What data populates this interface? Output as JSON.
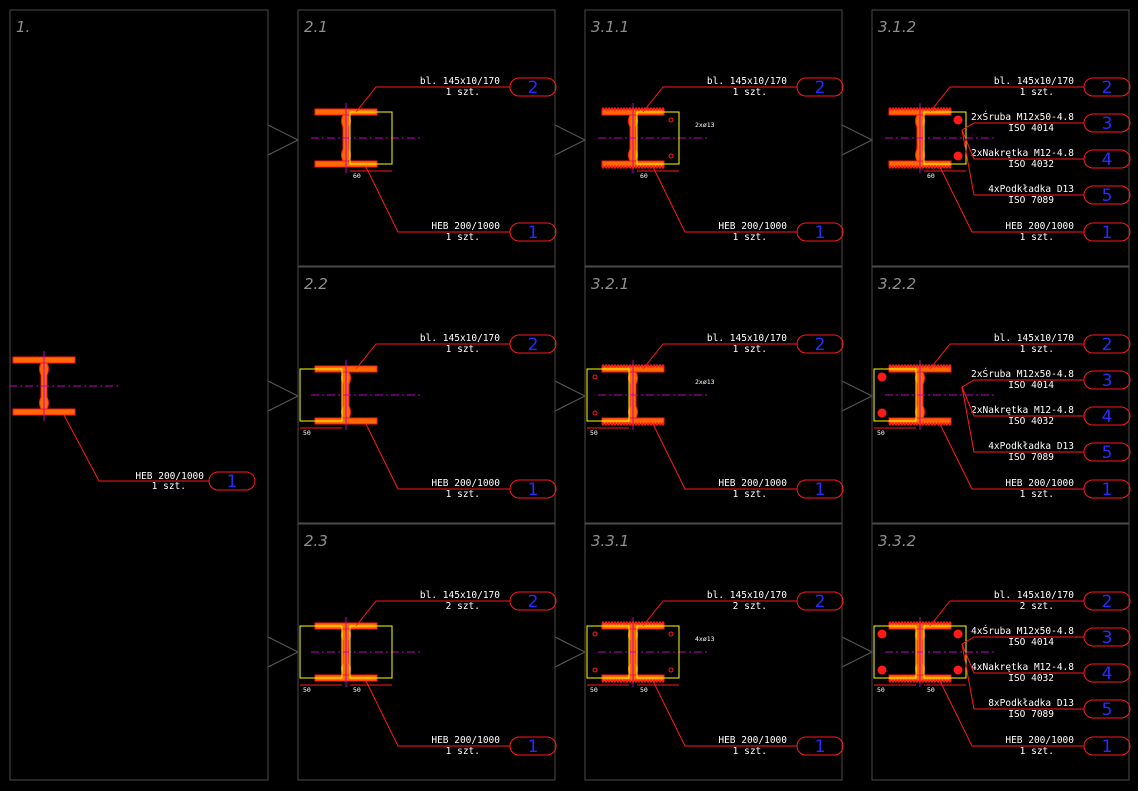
{
  "colors": {
    "background": "#000000",
    "frame": "#4a4a4a",
    "arrow": "#5a5a5a",
    "beam": "#ff6a00",
    "weld": "#ff1a1a",
    "plate": "#ffff00",
    "axis": "#c000c0",
    "leader": "#ff1a1a",
    "balloon": "#ff1a1a",
    "balloon_text": "#2a2aff",
    "text": "#ffffff",
    "title": "#8f8f8f"
  },
  "panels": [
    {
      "id": "1",
      "title": "1.",
      "config": "beam",
      "annotations": [
        {
          "text1": "HEB 200/1000",
          "text2": "1 szt.",
          "num": "1"
        }
      ],
      "hole_note": "",
      "dims": []
    },
    {
      "id": "2.1",
      "title": "2.1",
      "config": "right",
      "annotations": [
        {
          "text1": "bl. 145x10/170",
          "text2": "1 szt.",
          "num": "2"
        },
        {
          "text1": "HEB 200/1000",
          "text2": "1 szt.",
          "num": "1"
        }
      ],
      "hole_note": "",
      "dims": [
        "60"
      ]
    },
    {
      "id": "2.2",
      "title": "2.2",
      "config": "left",
      "annotations": [
        {
          "text1": "bl. 145x10/170",
          "text2": "1 szt.",
          "num": "2"
        },
        {
          "text1": "HEB 200/1000",
          "text2": "1 szt.",
          "num": "1"
        }
      ],
      "hole_note": "",
      "dims": [
        "50"
      ]
    },
    {
      "id": "2.3",
      "title": "2.3",
      "config": "both",
      "annotations": [
        {
          "text1": "bl. 145x10/170",
          "text2": "2 szt.",
          "num": "2"
        },
        {
          "text1": "HEB 200/1000",
          "text2": "1 szt.",
          "num": "1"
        }
      ],
      "hole_note": "",
      "dims": [
        "50",
        "50"
      ]
    },
    {
      "id": "3.1.1",
      "title": "3.1.1",
      "config": "right",
      "annotations": [
        {
          "text1": "bl. 145x10/170",
          "text2": "1 szt.",
          "num": "2"
        },
        {
          "text1": "HEB 200/1000",
          "text2": "1 szt.",
          "num": "1"
        }
      ],
      "hole_note": "2xø13",
      "dims": [
        "60"
      ]
    },
    {
      "id": "3.2.1",
      "title": "3.2.1",
      "config": "left",
      "annotations": [
        {
          "text1": "bl. 145x10/170",
          "text2": "1 szt.",
          "num": "2"
        },
        {
          "text1": "HEB 200/1000",
          "text2": "1 szt.",
          "num": "1"
        }
      ],
      "hole_note": "2xø13",
      "dims": [
        "50"
      ]
    },
    {
      "id": "3.3.1",
      "title": "3.3.1",
      "config": "both",
      "annotations": [
        {
          "text1": "bl. 145x10/170",
          "text2": "2 szt.",
          "num": "2"
        },
        {
          "text1": "HEB 200/1000",
          "text2": "1 szt.",
          "num": "1"
        }
      ],
      "hole_note": "4xø13",
      "dims": [
        "50",
        "50"
      ]
    },
    {
      "id": "3.1.2",
      "title": "3.1.2",
      "config": "right",
      "annotations": [
        {
          "text1": "bl. 145x10/170",
          "text2": "1 szt.",
          "num": "2"
        },
        {
          "text1": "2xŚruba M12x50-4.8",
          "text2": "ISO 4014",
          "num": "3"
        },
        {
          "text1": "2xNakrętka M12-4.8",
          "text2": "ISO 4032",
          "num": "4"
        },
        {
          "text1": "4xPodkładka D13",
          "text2": "ISO 7089",
          "num": "5"
        },
        {
          "text1": "HEB 200/1000",
          "text2": "1 szt.",
          "num": "1"
        }
      ],
      "hole_note": "",
      "dims": [
        "60"
      ]
    },
    {
      "id": "3.2.2",
      "title": "3.2.2",
      "config": "left",
      "annotations": [
        {
          "text1": "bl. 145x10/170",
          "text2": "1 szt.",
          "num": "2"
        },
        {
          "text1": "2xŚruba M12x50-4.8",
          "text2": "ISO 4014",
          "num": "3"
        },
        {
          "text1": "2xNakrętka M12-4.8",
          "text2": "ISO 4032",
          "num": "4"
        },
        {
          "text1": "4xPodkładka D13",
          "text2": "ISO 7089",
          "num": "5"
        },
        {
          "text1": "HEB 200/1000",
          "text2": "1 szt.",
          "num": "1"
        }
      ],
      "hole_note": "",
      "dims": [
        "50"
      ]
    },
    {
      "id": "3.3.2",
      "title": "3.3.2",
      "config": "both",
      "annotations": [
        {
          "text1": "bl. 145x10/170",
          "text2": "2 szt.",
          "num": "2"
        },
        {
          "text1": "4xŚruba M12x50-4.8",
          "text2": "ISO 4014",
          "num": "3"
        },
        {
          "text1": "4xNakrętka M12-4.8",
          "text2": "ISO 4032",
          "num": "4"
        },
        {
          "text1": "8xPodkładka D13",
          "text2": "ISO 7089",
          "num": "5"
        },
        {
          "text1": "HEB 200/1000",
          "text2": "1 szt.",
          "num": "1"
        }
      ],
      "hole_note": "",
      "dims": [
        "50",
        "50"
      ]
    }
  ]
}
